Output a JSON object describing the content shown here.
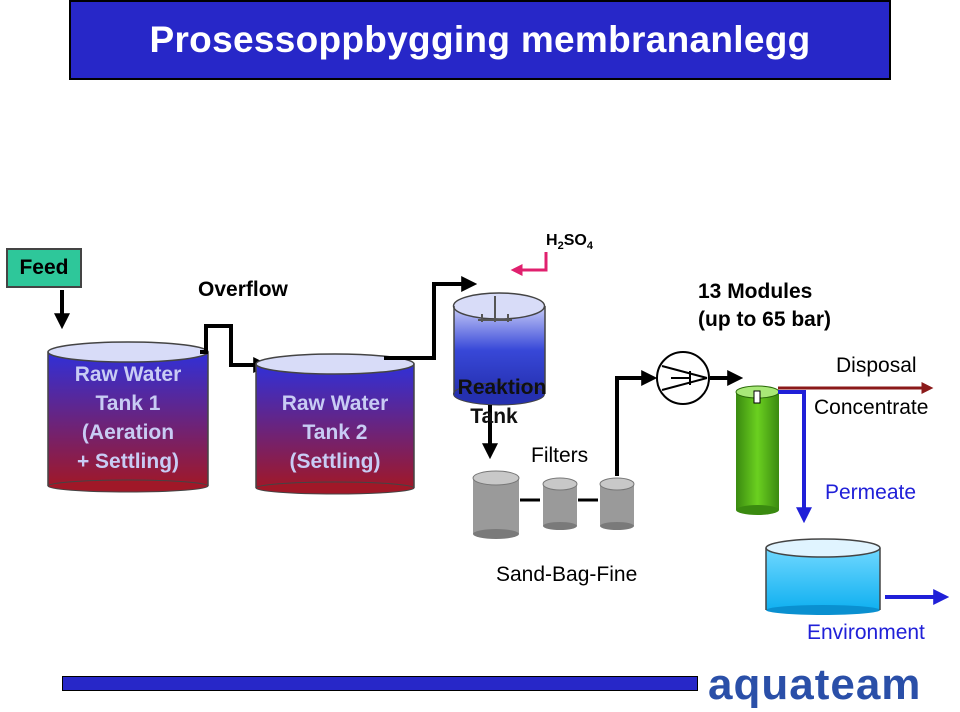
{
  "title": "Prosessoppbygging membrananlegg",
  "colors": {
    "title_bar": "#2727c8",
    "feed_box": "#2ec79a",
    "raw_tank_top": "#3030d8",
    "raw_tank_bottom": "#a01828",
    "reaction_tank": "#3848d8",
    "filter_gray": "#9a9a9a",
    "membrane_green": "#6bd020",
    "permeate_blue": "#2020d8",
    "concentrate_red": "#8b1a1a",
    "acid_pink": "#e0206e",
    "environment_tank": "#10b0f0",
    "logo_blue": "#2a4fa8"
  },
  "labels": {
    "feed": "Feed",
    "overflow": "Overflow",
    "h2so4_h": "H",
    "h2so4_2": "2",
    "h2so4_so": "SO",
    "h2so4_4": "4",
    "modules_line1": "13 Modules",
    "modules_line2": "(up to 65 bar)",
    "disposal": "Disposal",
    "concentrate": "Concentrate",
    "permeate": "Permeate",
    "environment": "Environment",
    "filters": "Filters",
    "sand_bag_fine": "Sand-Bag-Fine",
    "logo": "aquateam"
  },
  "tanks": {
    "raw_water_1": [
      "Raw Water",
      "Tank 1",
      "(Aeration",
      "+ Settling)"
    ],
    "raw_water_2": [
      "Raw Water",
      "Tank 2",
      "(Settling)"
    ],
    "reaction": [
      "Reaktion",
      "Tank"
    ]
  }
}
